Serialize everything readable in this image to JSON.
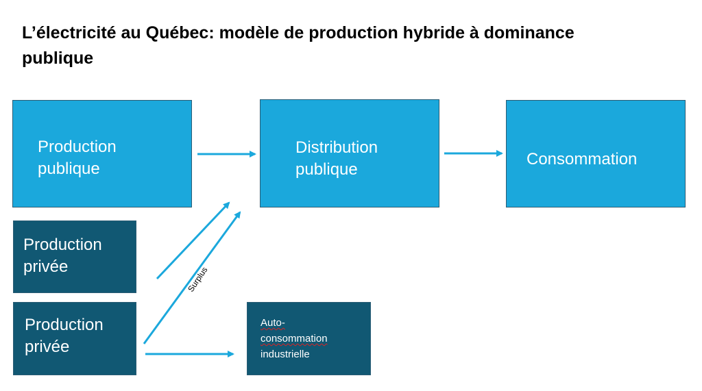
{
  "title": "L’électricité au Québec: modèle de production hybride à dominance publique",
  "boxes": {
    "production_publique": {
      "line1": "Production",
      "line2": "publique"
    },
    "distribution_publique": {
      "line1": "Distribution",
      "line2": "publique"
    },
    "consommation": {
      "label": "Consommation"
    },
    "production_privee_1": {
      "line1": "Production",
      "line2": "privée"
    },
    "production_privee_2": {
      "line1": "Production",
      "line2": "privée"
    },
    "autoconsommation": {
      "line1": "Auto-",
      "line2": "consommation",
      "line3": "industrielle"
    }
  },
  "edge_labels": {
    "surplus": "Surplus"
  },
  "colors": {
    "light_box": "#1ba8dc",
    "dark_box": "#115873",
    "arrow": "#1ba8dc"
  }
}
